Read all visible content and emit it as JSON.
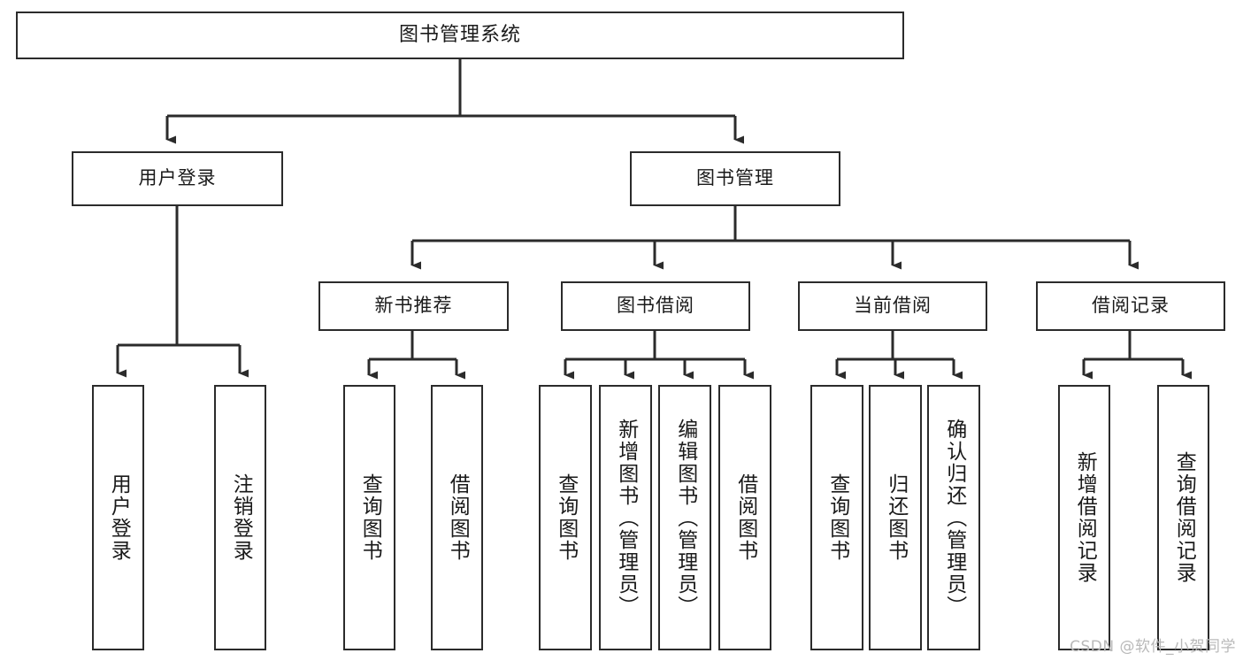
{
  "diagram": {
    "title": "图书管理系统",
    "watermark": "CSDN @软件_小贺同学",
    "colors": {
      "box_border": "#2b2b2b",
      "box_fill": "#ffffff",
      "connector": "#2b2b2b",
      "text": "#1a1a1a",
      "watermark": "#b9b9b9",
      "background": "#ffffff"
    },
    "root": {
      "label": "图书管理系统"
    },
    "level1": [
      {
        "id": "user-login",
        "label": "用户登录"
      },
      {
        "id": "book-manage",
        "label": "图书管理"
      }
    ],
    "level2": [
      {
        "id": "new-book-recommend",
        "label": "新书推荐",
        "parent": "book-manage"
      },
      {
        "id": "book-borrow",
        "label": "图书借阅",
        "parent": "book-manage"
      },
      {
        "id": "current-borrow",
        "label": "当前借阅",
        "parent": "book-manage"
      },
      {
        "id": "borrow-record",
        "label": "借阅记录",
        "parent": "book-manage"
      }
    ],
    "leaves": {
      "user-login": [
        {
          "id": "leaf-user-login",
          "label": "用户登录"
        },
        {
          "id": "leaf-user-logout",
          "label": "注销登录"
        }
      ],
      "new-book-recommend": [
        {
          "id": "leaf-query-book-1",
          "label": "查询图书"
        },
        {
          "id": "leaf-borrow-book-1",
          "label": "借阅图书"
        }
      ],
      "book-borrow": [
        {
          "id": "leaf-query-book-2",
          "label": "查询图书"
        },
        {
          "id": "leaf-add-book",
          "label": "新增图书（管理员）"
        },
        {
          "id": "leaf-edit-book",
          "label": "编辑图书（管理员）"
        },
        {
          "id": "leaf-borrow-book-2",
          "label": "借阅图书"
        }
      ],
      "current-borrow": [
        {
          "id": "leaf-query-book-3",
          "label": "查询图书"
        },
        {
          "id": "leaf-return-book",
          "label": "归还图书"
        },
        {
          "id": "leaf-confirm-return",
          "label": "确认归还（管理员）"
        }
      ],
      "borrow-record": [
        {
          "id": "leaf-add-record",
          "label": "新增借阅记录"
        },
        {
          "id": "leaf-query-record",
          "label": "查询借阅记录"
        }
      ]
    }
  }
}
